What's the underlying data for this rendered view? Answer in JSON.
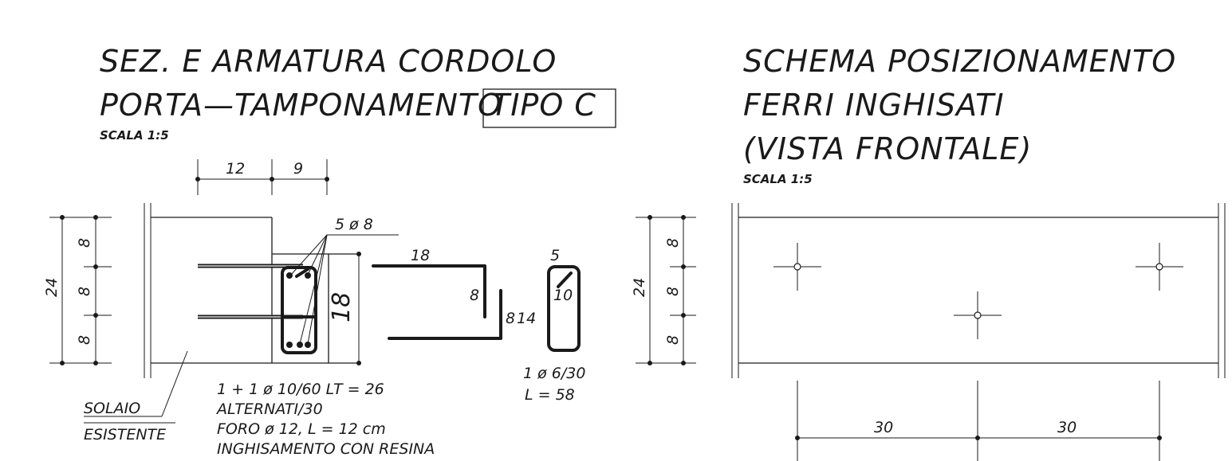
{
  "left": {
    "title_line1": "SEZ. E ARMATURA CORDOLO",
    "title_line2": "PORTA—TAMPONAMENTO",
    "title_boxed": "TIPO C",
    "scale": "SCALA 1:5",
    "dim_top": [
      "12",
      "9"
    ],
    "dim_left_total": "24",
    "dim_left_parts": [
      "8",
      "8",
      "8"
    ],
    "dim_section_height": "18",
    "bars_label": "5 ø 8",
    "bent_bar_dims": [
      "18",
      "8",
      "8",
      "14"
    ],
    "stirrup_dims": [
      "5",
      "10"
    ],
    "solaio": [
      "SOLAIO",
      "ESISTENTE"
    ],
    "notes": [
      "1 + 1 ø 10/60 LT = 26",
      "ALTERNATI/30",
      "FORO ø 12, L = 12 cm",
      "INGHISAMENTO CON RESINA"
    ],
    "stirrup_notes": [
      "1 ø 6/30",
      "L = 58"
    ]
  },
  "right": {
    "title_line1": "SCHEMA POSIZIONAMENTO",
    "title_line2": "FERRI INGHISATI",
    "title_line3": "(VISTA FRONTALE)",
    "scale": "SCALA 1:5",
    "dim_left_total": "24",
    "dim_left_parts": [
      "8",
      "8",
      "8"
    ],
    "dim_bottom": [
      "30",
      "30"
    ]
  }
}
